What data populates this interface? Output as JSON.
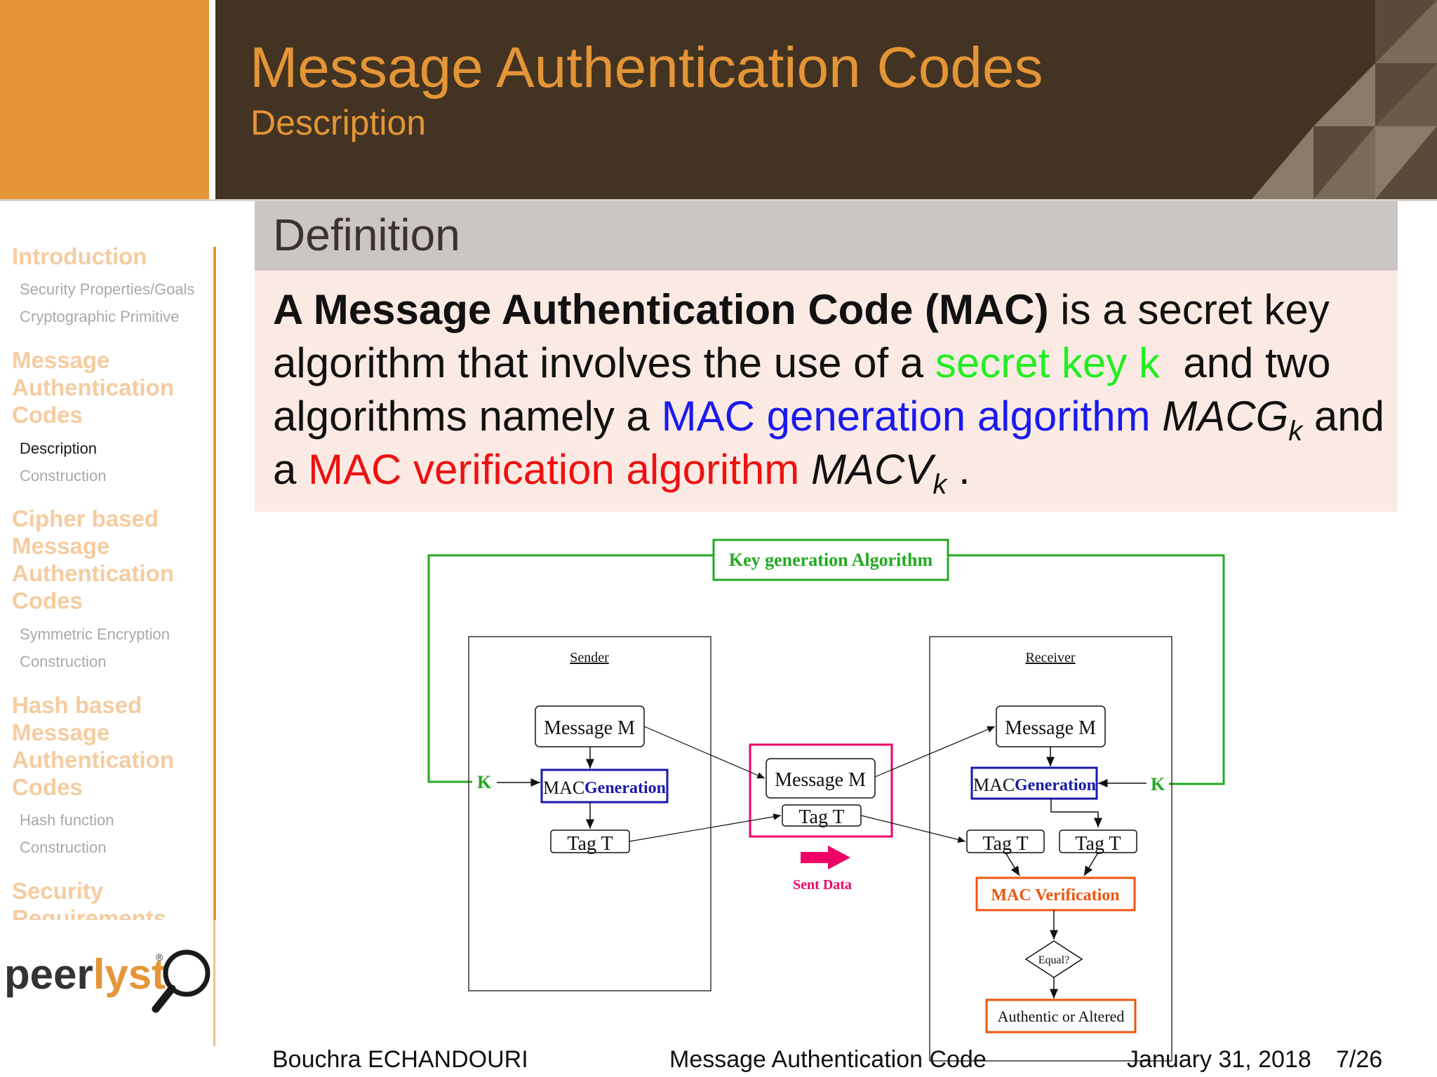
{
  "header": {
    "title": "Message Authentication Codes",
    "subtitle": "Description"
  },
  "colors": {
    "accent_orange": "#e49536",
    "header_dark": "#433323",
    "definition_header_bg": "#cbc6c3",
    "definition_body_bg": "#fbeae3",
    "secret_key_green": "#22ee22",
    "mac_generation_blue": "#1a1aee",
    "mac_verification_red": "#ee1111",
    "sent_data_pink": "#ee0066",
    "verification_orange": "#ee5511"
  },
  "sidebar": {
    "sections": [
      {
        "label": "Introduction",
        "subsections": [
          "Security Properties/Goals",
          "Cryptographic Primitive"
        ]
      },
      {
        "label": "Message Authentication Codes",
        "subsections": [
          "Description",
          "Construction"
        ],
        "active_subsection": "Description"
      },
      {
        "label": "Cipher based Message Authentication Codes",
        "subsections": [
          "Symmetric Encryption",
          "Construction"
        ]
      },
      {
        "label": "Hash based Message Authentication Codes",
        "subsections": [
          "Hash function",
          "Construction"
        ]
      },
      {
        "label": "Security Requirements",
        "subsections": []
      }
    ],
    "logo_text": "peerlyst",
    "logo_mark": "®"
  },
  "definition": {
    "title": "Definition",
    "text_bold": "A Message Authentication Code (MAC)",
    "text_1": " is a secret key algorithm that involves the use of a ",
    "secret_key": "secret key k",
    "text_2": "  and two algorithms namely a ",
    "mac_generation": "MAC generation algorithm",
    "macg_symbol": "MACG",
    "macg_sub": "k",
    "text_3": " and a ",
    "mac_verification": "MAC verification algorithm",
    "macv_symbol": "MACV",
    "macv_sub": "k",
    "text_4": " ."
  },
  "diagram": {
    "key_generation": "Key generation Algorithm",
    "key_label_left": "K",
    "key_label_right": "K",
    "sender": {
      "title": "Sender",
      "message": "Message M",
      "mac_prefix": "MAC",
      "mac_generation": "Generation",
      "tag": "Tag T"
    },
    "sent": {
      "message": "Message M",
      "tag": "Tag T",
      "label": "Sent Data"
    },
    "receiver": {
      "title": "Receiver",
      "message": "Message M",
      "mac_prefix": "MAC",
      "mac_generation": "Generation",
      "tag_received": "Tag T",
      "tag_computed": "Tag T",
      "verification": "MAC Verification",
      "decision": "Equal?",
      "result": "Authentic or Altered"
    }
  },
  "footer": {
    "author": "Bouchra ECHANDOURI",
    "title": "Message Authentication Code",
    "date": "January 31, 2018",
    "page": "7/26"
  }
}
